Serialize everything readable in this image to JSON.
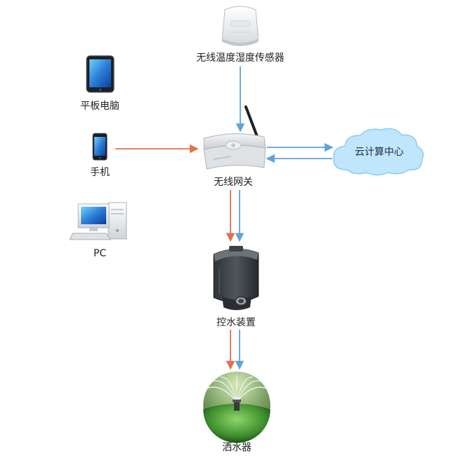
{
  "nodes": {
    "sensor": {
      "label": "无线温度湿度传感器",
      "icon": "sensor-icon"
    },
    "tablet": {
      "label": "平板电脑",
      "icon": "tablet-icon"
    },
    "phone": {
      "label": "手机",
      "icon": "phone-icon"
    },
    "pc": {
      "label": "PC",
      "icon": "pc-icon"
    },
    "gateway": {
      "label": "无线网关",
      "icon": "router-icon"
    },
    "cloud": {
      "label": "云计算中心",
      "icon": "cloud-icon"
    },
    "controller": {
      "label": "控水装置",
      "icon": "water-control-device-icon"
    },
    "sprinkler": {
      "label": "洒水器",
      "icon": "sprinkler-icon"
    }
  },
  "colors": {
    "arrow_orange": "#e2704a",
    "arrow_blue": "#5ea3dc",
    "cloud_fill": "#bfe6fb",
    "cloud_stroke": "#8ccbf0"
  }
}
